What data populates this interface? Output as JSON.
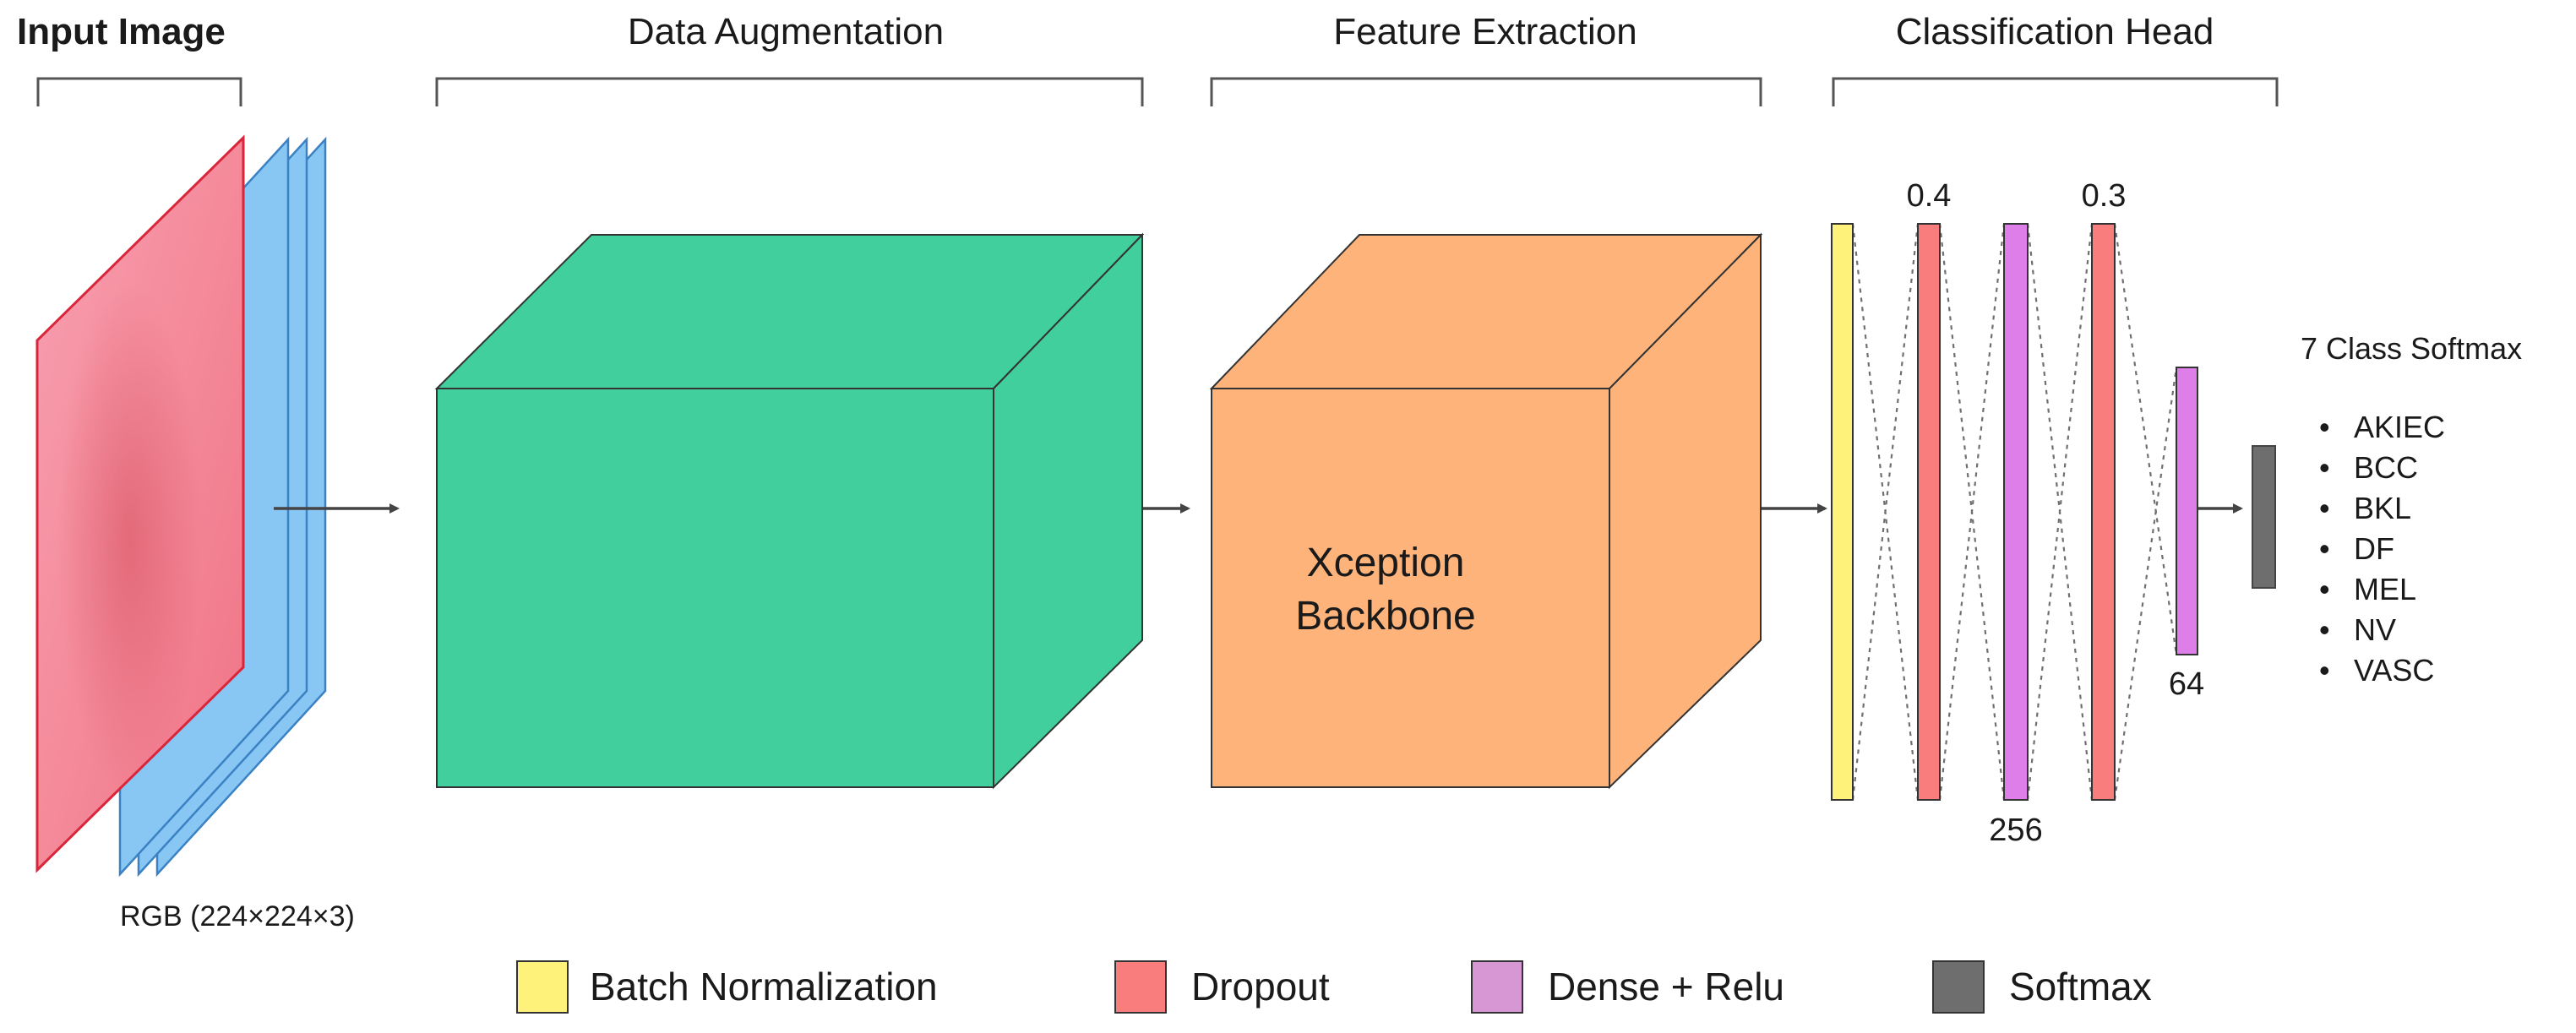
{
  "sections": {
    "input": "Input Image",
    "augmentation": "Data Augmentation",
    "feature": "Feature Extraction",
    "head": "Classification Head"
  },
  "input_caption": "RGB (224×224×3)",
  "backbone_label": [
    "Xception",
    "Backbone"
  ],
  "head_labels": {
    "dropout1": "0.4",
    "dropout2": "0.3",
    "dense1": "256",
    "dense2": "64"
  },
  "softmax_title": "7 Class Softmax",
  "classes": [
    "AKIEC",
    "BCC",
    "BKL",
    "DF",
    "MEL",
    "NV",
    "VASC"
  ],
  "bullet": "•",
  "legend": [
    {
      "label": "Batch Normalization",
      "color": "#fff27a"
    },
    {
      "label": "Dropout",
      "color": "#f97d7d"
    },
    {
      "label": "Dense + Relu",
      "color": "#d797d5"
    },
    {
      "label": "Softmax",
      "color": "#6e6e6e"
    }
  ],
  "colors": {
    "rgb_front": "#f57a88",
    "rgb_channel": "#88c6f3",
    "augmentation_block": "#41cf9d",
    "backbone_block": "#fdb37a",
    "batch_norm": "#fff27a",
    "dropout": "#f97d7d",
    "dense": "#de7fe9",
    "softmax": "#6e6e6e"
  }
}
